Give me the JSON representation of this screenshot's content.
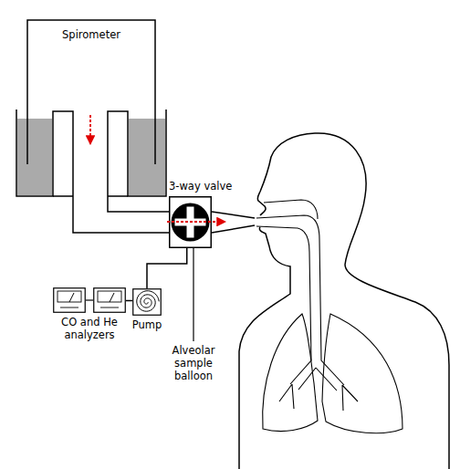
{
  "diagram": {
    "nodes": [
      {
        "text": [
          "3-way valve"
        ]
      },
      {
        "text": [
          "CO and He analyzers"
        ]
      },
      {
        "text": [
          "Pump"
        ]
      }
    ],
    "edges": [
      {
        "from": 0,
        "to": 2,
        "arrow": "none"
      },
      {
        "from": 2,
        "to": 1,
        "arrow": "none"
      }
    ],
    "labels": [
      "Spirometer",
      "Alveolar sample balloon"
    ]
  }
}
